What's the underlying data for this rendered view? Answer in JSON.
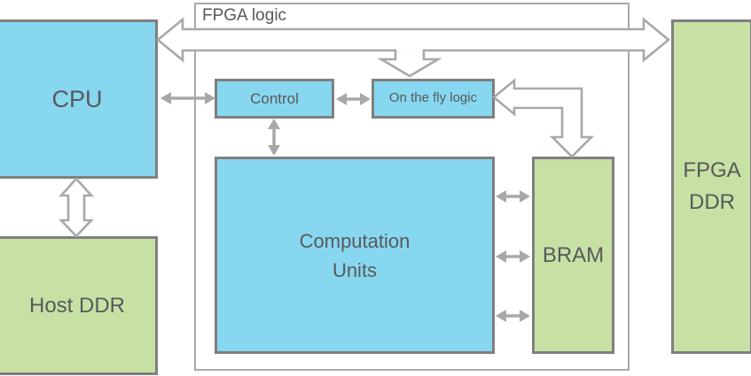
{
  "colors": {
    "block_blue": "#87d7f0",
    "block_green": "#c7e1a5",
    "block_border": "#7f7f7f",
    "container_border": "#a9a9a9",
    "arrow_gray": "#a8a8a8",
    "label_text": "#595959"
  },
  "diagram": {
    "container_label": "FPGA logic",
    "blocks": {
      "cpu": {
        "label": "CPU"
      },
      "host_ddr": {
        "label": "Host DDR"
      },
      "control": {
        "label": "Control"
      },
      "on_the_fly_logic": {
        "label": "On the fly logic"
      },
      "computation_units": {
        "label": "Computation\nUnits"
      },
      "bram": {
        "label": "BRAM"
      },
      "fpga_ddr": {
        "label": "FPGA\nDDR"
      }
    }
  }
}
